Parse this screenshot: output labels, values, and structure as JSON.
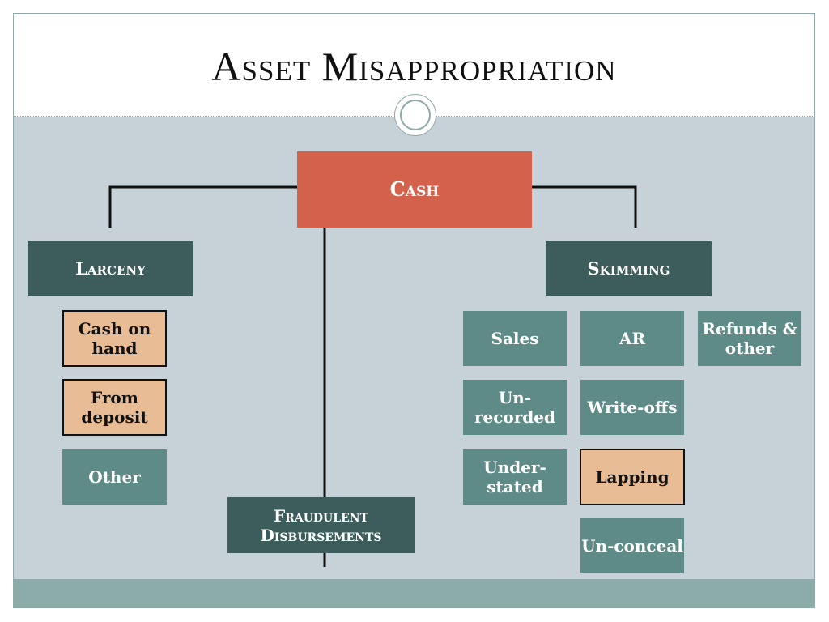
{
  "title": "Asset Misappropriation",
  "root": {
    "label": "Cash"
  },
  "larceny": {
    "label": "Larceny",
    "items": [
      "Cash on hand",
      "From deposit",
      "Other"
    ]
  },
  "skimming": {
    "label": "Skimming",
    "columns": {
      "sales": [
        "Sales",
        "Un-recorded",
        "Under-stated"
      ],
      "ar": [
        "AR",
        "Write-offs",
        "Lapping",
        "Un-conceal"
      ],
      "refunds": [
        "Refunds & other"
      ]
    }
  },
  "fraudulent": {
    "label": "Fraudulent Disbursements"
  },
  "colors": {
    "root": "#d4614b",
    "category": "#3d5c5c",
    "item": "#5e8a87",
    "highlight": "#e8bd95",
    "background": "#c6d1d8"
  }
}
